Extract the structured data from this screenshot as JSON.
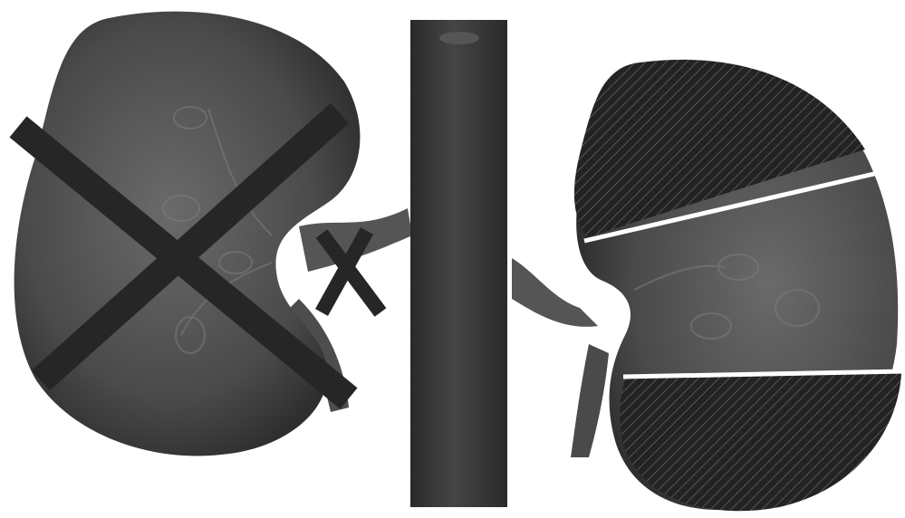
{
  "figure": {
    "left_panel": {
      "organ": "kidney",
      "state": "removed",
      "large_mark": "X",
      "small_mark": "X"
    },
    "center_panel": {
      "structure": "vessel-cylinder"
    },
    "right_panel": {
      "organ": "kidney",
      "state": "partial-removal",
      "hatched_regions": [
        "upper-pole",
        "lower-pole"
      ]
    },
    "colors": {
      "background": "#ffffff",
      "kidney_fill": "#4a4a4a",
      "kidney_light": "#6a6a6a",
      "kidney_dark": "#2e2e2e",
      "cross_mark": "#262626",
      "cylinder": "#3a3a3a",
      "hatch_line": "#555555",
      "hatch_fill": "#232323",
      "cut_line": "#ffffff"
    }
  }
}
